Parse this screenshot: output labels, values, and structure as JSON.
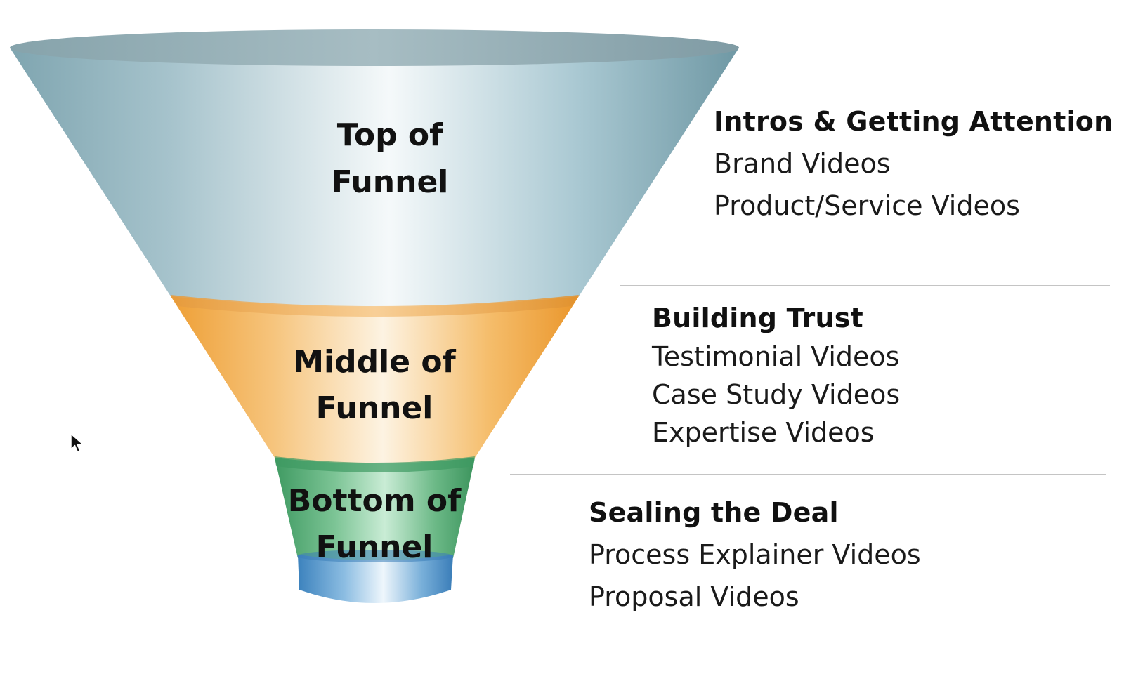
{
  "funnel": {
    "stages": [
      {
        "id": "top",
        "label_line1": "Top of",
        "label_line2": "Funnel"
      },
      {
        "id": "middle",
        "label_line1": "Middle of",
        "label_line2": "Funnel"
      },
      {
        "id": "bottom",
        "label_line1": "Bottom of",
        "label_line2": "Funnel"
      }
    ]
  },
  "sections": {
    "top": {
      "heading": "Intros & Getting Attention",
      "items": [
        "Brand Videos",
        "Product/Service Videos"
      ]
    },
    "middle": {
      "heading": "Building Trust",
      "items": [
        "Testimonial Videos",
        "Case Study Videos",
        "Expertise Videos"
      ]
    },
    "bottom": {
      "heading": "Sealing the Deal",
      "items": [
        "Process Explainer Videos",
        "Proposal Videos"
      ]
    }
  },
  "colors": {
    "top_stage": "#a9c8d2",
    "top_stage_highlight": "#f3f8f9",
    "top_rim": "#8fa9b1",
    "middle_stage": "#f0a842",
    "middle_stage_highlight": "#fdf3e2",
    "bottom_stage": "#4fa872",
    "bottom_stage_highlight": "#c9ecd5",
    "spout": "#4a90c8",
    "spout_highlight": "#e8f3fb",
    "divider": "#c4c4c4"
  },
  "icons": {
    "cursor": "mouse-pointer-icon"
  }
}
